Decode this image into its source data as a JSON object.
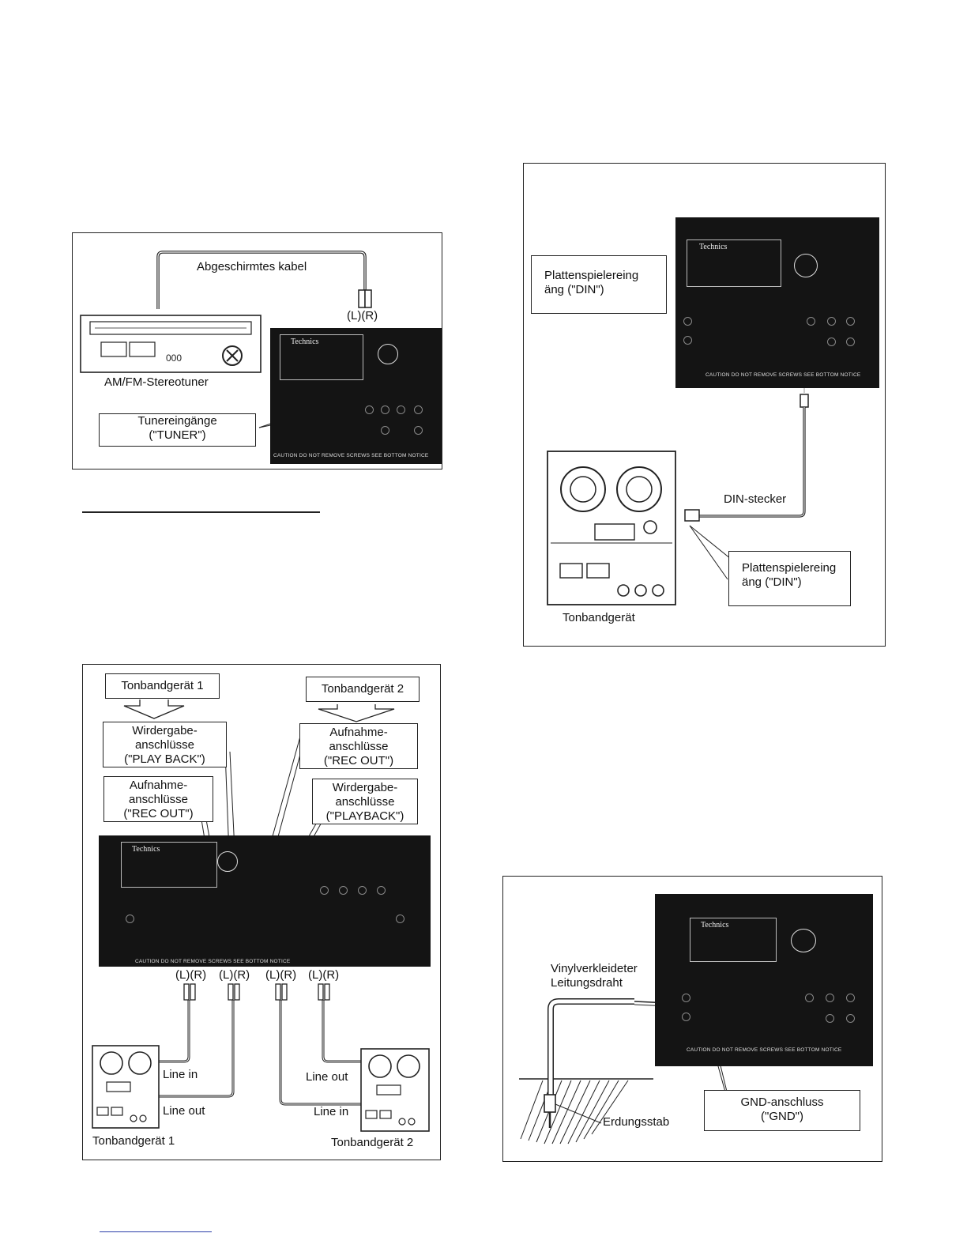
{
  "tuner_panel": {
    "cable_label": "Abgeschirmtes kabel",
    "lr_label": "(L)(R)",
    "tuner_label": "AM/FM-Stereotuner",
    "input_box": [
      "Tunereingänge",
      "(\"TUNER\")"
    ]
  },
  "din_panel": {
    "phono_box_top": [
      "Plattenspielereing",
      "äng   (\"DIN\")"
    ],
    "plug_label": "DIN-stecker",
    "phono_box_bottom": [
      "Plattenspielereing",
      "äng   (\"DIN\")"
    ],
    "device_label": "Tonbandgerät"
  },
  "tape_panel": {
    "deck1_box": "Tonbandgerät 1",
    "deck2_box": "Tonbandgerät 2",
    "playback1": [
      "Wirdergabe-",
      "anschlüsse",
      "(\"PLAY BACK\")"
    ],
    "rec1": [
      "Aufnahme-",
      "anschlüsse",
      "(\"REC OUT\")"
    ],
    "rec2": [
      "Aufnahme-",
      "anschlüsse",
      "(\"REC OUT\")"
    ],
    "playback2": [
      "Wirdergabe-",
      "anschlüsse",
      "(\"PLAYBACK\")"
    ],
    "lr_labels": [
      "(L)(R)",
      "(L)(R)",
      "(L)(R)",
      "(L)(R)"
    ],
    "deck1_line_in": "Line in",
    "deck1_line_out": "Line out",
    "deck2_line_out": "Line out",
    "deck2_line_in": "Line in",
    "deck1_caption": "Tonbandgerät 1",
    "deck2_caption": "Tonbandgerät 2"
  },
  "gnd_panel": {
    "wire_label": [
      "Vinylverkleideter",
      "Leitungsdraht"
    ],
    "rod_label": "Erdungsstab",
    "gnd_box": [
      "GND-anschluss",
      "(\"GND\")"
    ]
  },
  "amplifier": {
    "brand": "Technics",
    "caution": "CAUTION  DO NOT REMOVE SCREWS  SEE BOTTOM NOTICE"
  }
}
